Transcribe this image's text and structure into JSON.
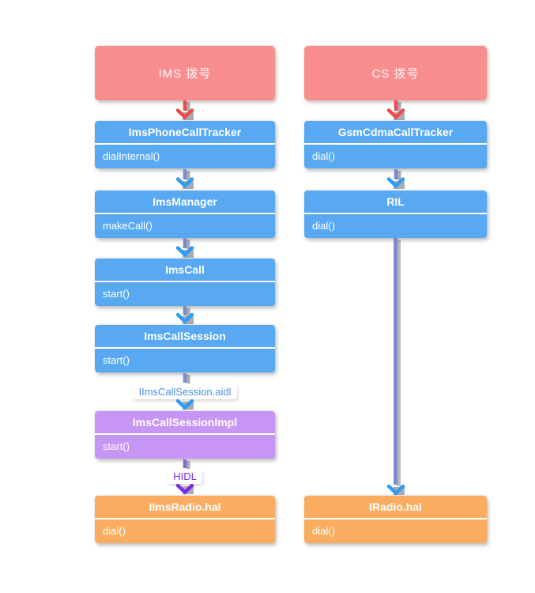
{
  "colors": {
    "background": "#ffffff",
    "header_pink": "#f98e8e",
    "class_blue": "#58a9f2",
    "class_purple": "#c795f4",
    "class_orange": "#faad60",
    "arrow_red": "#ef4a4a",
    "arrow_shaft_slate": "#7c8bc9",
    "arrow_head_blue": "#2d9cf4",
    "arrow_shaft_purple": "#8a63cf",
    "arrow_head_purple": "#7c2be8",
    "edge_label_blue": "#4a8fe8",
    "edge_label_purple": "#7c2be8",
    "box_text": "#ffffff"
  },
  "flows": {
    "ims": {
      "header": "IMS 拨号",
      "nodes": [
        {
          "title": "ImsPhoneCallTracker",
          "method": "dialInternal()"
        },
        {
          "title": "ImsManager",
          "method": "makeCall()"
        },
        {
          "title": "ImsCall",
          "method": "start()"
        },
        {
          "title": "ImsCallSession",
          "method": "start()"
        },
        {
          "title": "ImsCallSessionImpl",
          "method": "start()"
        },
        {
          "title": "IImsRadio.hal",
          "method": "dial()"
        }
      ],
      "edge_labels": {
        "aidl": "IImsCallSession.aidl",
        "hidl": "HIDL"
      }
    },
    "cs": {
      "header": "CS 拨号",
      "nodes": [
        {
          "title": "GsmCdmaCallTracker",
          "method": "dial()"
        },
        {
          "title": "RIL",
          "method": "dial()"
        },
        {
          "title": "IRadio.hal",
          "method": "dial()"
        }
      ]
    }
  }
}
